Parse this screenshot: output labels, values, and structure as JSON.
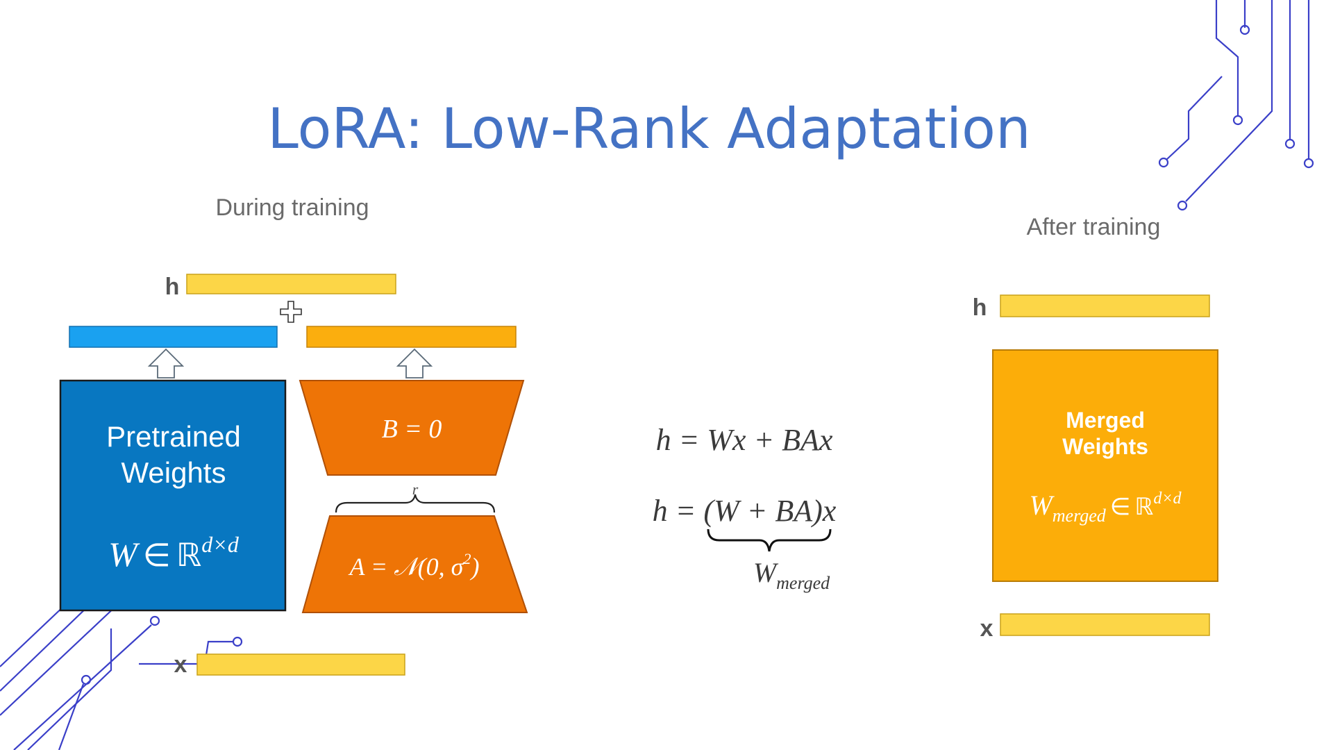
{
  "title": "LoRA: Low-Rank Adaptation",
  "during": {
    "heading": "During training",
    "h_label": "h",
    "x_label": "x",
    "pretrained": {
      "line1": "Pretrained",
      "line2": "Weights",
      "W": "W",
      "in": "∈",
      "R": "ℝ",
      "dim": "d×d"
    },
    "B_eq": "B = 0",
    "r_label": "r",
    "A_eq": {
      "lhs": "A = ",
      "N": "𝒩",
      "args": "(0, σ",
      "sq": "2",
      "close": ")"
    }
  },
  "formulas": {
    "line1": {
      "h": "h",
      "eq": " = ",
      "rhs": "Wx + BAx"
    },
    "line2": {
      "h": "h",
      "eq": " = ",
      "rhs": "(W + BA)x"
    },
    "under": {
      "W": "W",
      "sub": "merged"
    }
  },
  "after": {
    "heading": "After training",
    "h_label": "h",
    "x_label": "x",
    "merged": {
      "line1": "Merged",
      "line2": "Weights",
      "W": "W",
      "sub": "merged",
      "in": "∈",
      "R": "ℝ",
      "dim": "d×d"
    }
  },
  "colors": {
    "title": "#4472C4",
    "pretrained_box": "#0877C1",
    "blue_bar": "#1AA1F0",
    "yellow_bar": "#FCD647",
    "orange_bar": "#FBAE0E",
    "trapezoid": "#EE7406",
    "merged_box": "#FCAD09",
    "circuit": "#3A3FC8",
    "label_gray": "#555555"
  }
}
